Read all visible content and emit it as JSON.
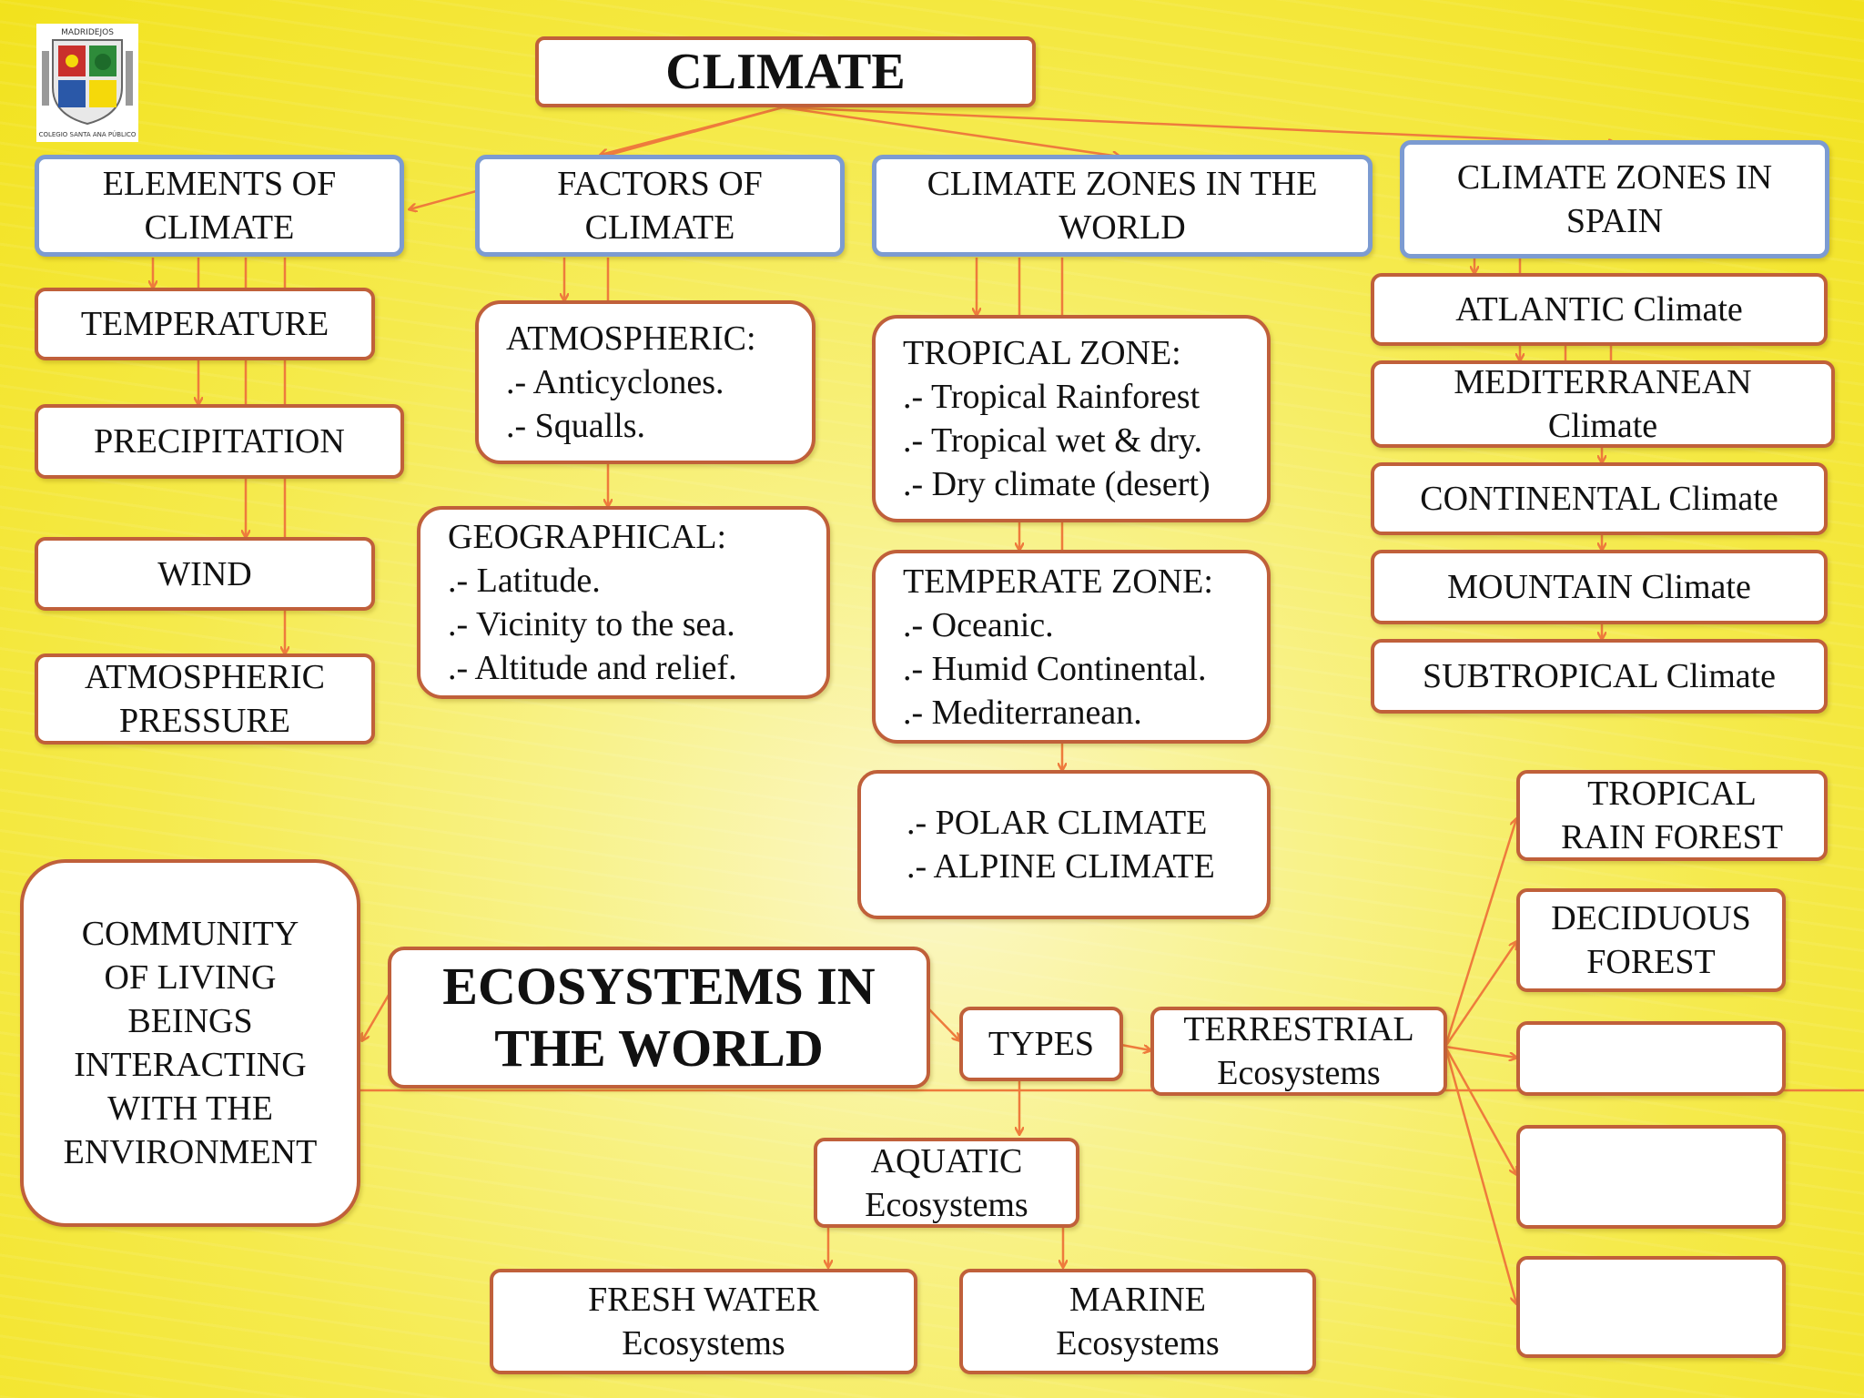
{
  "logo": {
    "top_text": "MADRIDEJOS",
    "bottom_text": "COLEGIO SANTA ANA PÚBLICO",
    "colors": {
      "red": "#c9302c",
      "green": "#2e8b3a",
      "yellow": "#f5d90a",
      "blue": "#2a58a8"
    }
  },
  "colors": {
    "box_border": "#c0603a",
    "header_border": "#7c9bd1",
    "connector": "#ee7b3c",
    "background": "#f5ea4c"
  },
  "climate": {
    "title": "CLIMATE",
    "elements": {
      "header": "ELEMENTS OF\nCLIMATE",
      "items": [
        "TEMPERATURE",
        "PRECIPITATION",
        "WIND",
        "ATMOSPHERIC\nPRESSURE"
      ]
    },
    "factors": {
      "header": "FACTORS  OF\nCLIMATE",
      "atmospheric": "   ATMOSPHERIC:\n.- Anticyclones.\n.- Squalls.",
      "geographical": "   GEOGRAPHICAL:\n.- Latitude.\n.- Vicinity to the sea.\n.- Altitude and  relief."
    },
    "world_zones": {
      "header": "CLIMATE ZONES IN THE\nWORLD",
      "tropical": "   TROPICAL  ZONE:\n.- Tropical Rainforest\n.-  Tropical wet & dry.\n.-  Dry climate (desert)",
      "temperate": "  TEMPERATE ZONE:\n.- Oceanic.\n.-  Humid Continental.\n.-  Mediterranean.",
      "polar": ".- POLAR CLIMATE\n .- ALPINE CLIMATE"
    },
    "spain_zones": {
      "header": "CLIMATE ZONES IN\nSPAIN",
      "items": [
        "ATLANTIC Climate",
        "MEDITERRANEAN\nClimate",
        "CONTINENTAL Climate",
        "MOUNTAIN Climate",
        "SUBTROPICAL Climate"
      ]
    }
  },
  "ecosystems": {
    "title": "ECOSYSTEMS IN\nTHE WORLD",
    "definition": "COMMUNITY\nOF LIVING\nBEINGS\nINTERACTING\nWITH THE\nENVIRONMENT",
    "types_label": "TYPES",
    "terrestrial": "TERRESTRIAL\nEcosystems",
    "terrestrial_items": [
      "TROPICAL\nRAIN FOREST",
      "DECIDUOUS\nFOREST",
      "",
      "",
      ""
    ],
    "aquatic": "AQUATIC\nEcosystems",
    "fresh_water": "FRESH WATER\nEcosystems",
    "marine": "MARINE\nEcosystems"
  }
}
